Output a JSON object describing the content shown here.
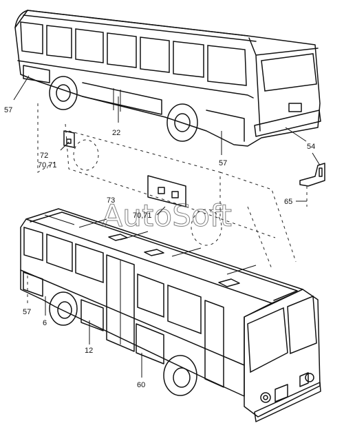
{
  "watermark": "AutoSoft",
  "labels": {
    "l57a": "57",
    "l22": "22",
    "l57b": "57",
    "l54": "54",
    "l72": "72",
    "l7071a": "70,71",
    "l73": "73",
    "l7071b": "70,71",
    "l65": "65",
    "l57c": "57",
    "l6": "6",
    "l12": "12",
    "l60": "60"
  }
}
